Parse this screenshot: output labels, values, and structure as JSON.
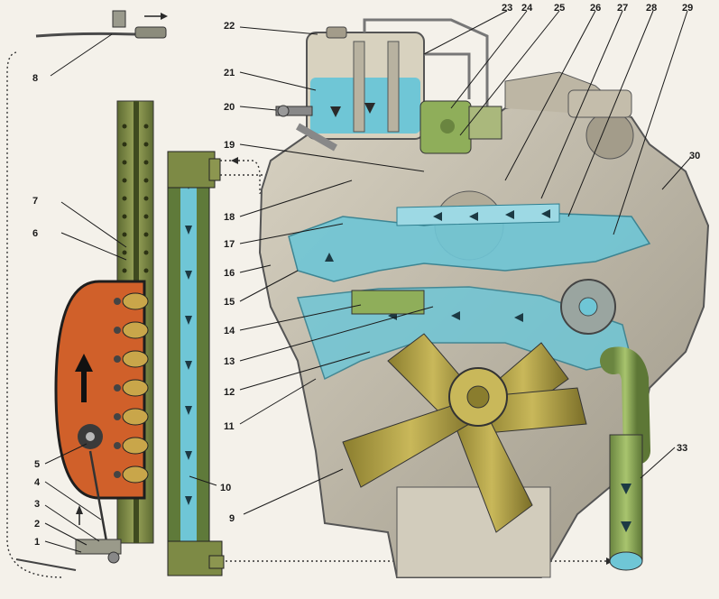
{
  "callouts": [
    {
      "id": "c1",
      "text": "1"
    },
    {
      "id": "c2",
      "text": "2"
    },
    {
      "id": "c3",
      "text": "3"
    },
    {
      "id": "c4",
      "text": "4"
    },
    {
      "id": "c5",
      "text": "5"
    },
    {
      "id": "c6",
      "text": "6"
    },
    {
      "id": "c7",
      "text": "7"
    },
    {
      "id": "c8",
      "text": "8"
    },
    {
      "id": "c9",
      "text": "9"
    },
    {
      "id": "c10",
      "text": "10"
    },
    {
      "id": "c11",
      "text": "11"
    },
    {
      "id": "c12",
      "text": "12"
    },
    {
      "id": "c13",
      "text": "13"
    },
    {
      "id": "c14",
      "text": "14"
    },
    {
      "id": "c15",
      "text": "15"
    },
    {
      "id": "c16",
      "text": "16"
    },
    {
      "id": "c17",
      "text": "17"
    },
    {
      "id": "c18",
      "text": "18"
    },
    {
      "id": "c19",
      "text": "19"
    },
    {
      "id": "c20",
      "text": "20"
    },
    {
      "id": "c21",
      "text": "21"
    },
    {
      "id": "c22",
      "text": "22"
    },
    {
      "id": "c23",
      "text": "23"
    },
    {
      "id": "c24",
      "text": "24"
    },
    {
      "id": "c25",
      "text": "25"
    },
    {
      "id": "c26",
      "text": "26"
    },
    {
      "id": "c27",
      "text": "27"
    },
    {
      "id": "c28",
      "text": "28"
    },
    {
      "id": "c29",
      "text": "29"
    },
    {
      "id": "c30",
      "text": "30"
    },
    {
      "id": "c33",
      "text": "33"
    }
  ],
  "colors": {
    "coolant": "#6fc6d6",
    "coolant_dark": "#3a9fb5",
    "metal_green": "#7d8a45",
    "metal_olive": "#a8a062",
    "engine_grey": "#c9c3b3",
    "engine_shadow": "#8f8a7c",
    "shutter_panel": "#d0602a",
    "shutter_panel_edge": "#1e1e1e",
    "fan_blade": "#b9a64a",
    "hose_green": "#8fae5a"
  },
  "icons": [
    "flow-arrow-icon",
    "shutter-blade-icon",
    "fan-hub-icon"
  ]
}
